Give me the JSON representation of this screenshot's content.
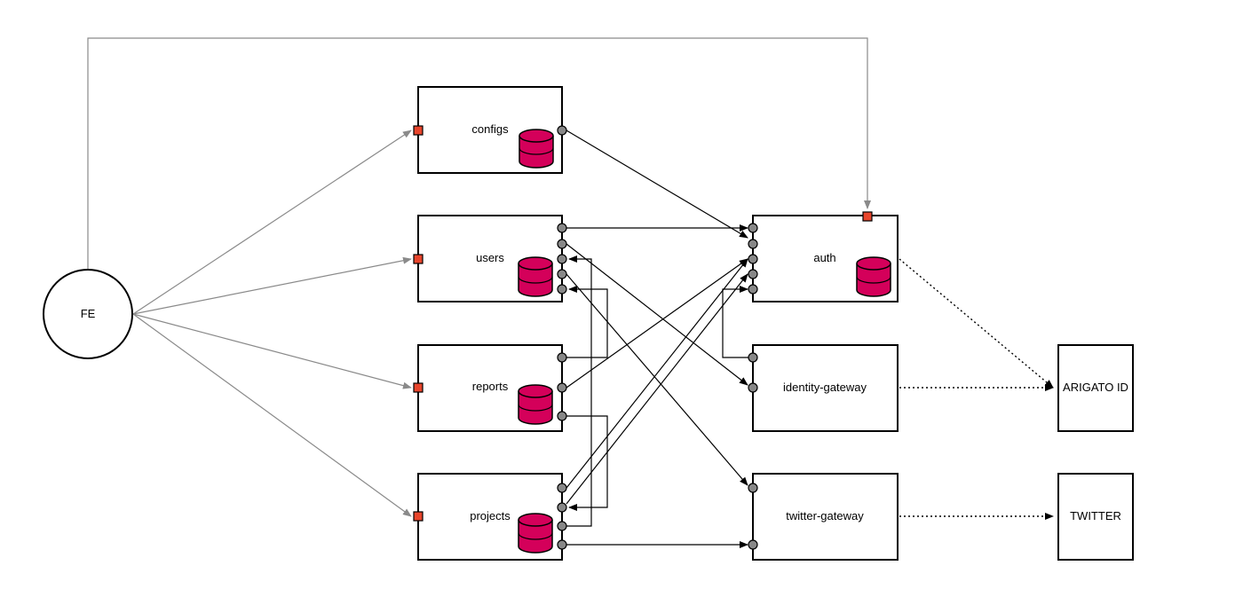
{
  "colors": {
    "db": "#d4005a",
    "port_in": "#e8452c",
    "port_out": "#888888",
    "line_dark": "#000000",
    "line_gray": "#8a8a8a"
  },
  "nodes": {
    "fe": {
      "label": "FE"
    },
    "configs": {
      "label": "configs",
      "database": true
    },
    "users": {
      "label": "users",
      "database": true
    },
    "reports": {
      "label": "reports",
      "database": true
    },
    "projects": {
      "label": "projects",
      "database": true
    },
    "auth": {
      "label": "auth",
      "database": true
    },
    "identity_gateway": {
      "label": "identity-gateway",
      "database": false
    },
    "twitter_gateway": {
      "label": "twitter-gateway",
      "database": false
    },
    "arigato_id": {
      "label": "ARIGATO ID",
      "database": false
    },
    "twitter": {
      "label": "TWITTER",
      "database": false
    }
  },
  "connections": [
    {
      "from": "fe",
      "to": "configs",
      "style": "gray"
    },
    {
      "from": "fe",
      "to": "users",
      "style": "gray"
    },
    {
      "from": "fe",
      "to": "reports",
      "style": "gray"
    },
    {
      "from": "fe",
      "to": "projects",
      "style": "gray"
    },
    {
      "from": "fe",
      "to": "auth",
      "style": "gray"
    },
    {
      "from": "configs",
      "to": "auth",
      "style": "solid"
    },
    {
      "from": "users",
      "to": "auth",
      "style": "solid"
    },
    {
      "from": "users",
      "to": "identity_gateway",
      "style": "solid"
    },
    {
      "from": "users",
      "to": "twitter_gateway",
      "style": "solid"
    },
    {
      "from": "reports",
      "to": "users",
      "style": "solid"
    },
    {
      "from": "reports",
      "to": "auth",
      "style": "solid"
    },
    {
      "from": "reports",
      "to": "projects",
      "style": "solid"
    },
    {
      "from": "projects",
      "to": "users",
      "style": "solid"
    },
    {
      "from": "projects",
      "to": "auth",
      "style": "solid"
    },
    {
      "from": "projects",
      "to": "twitter_gateway",
      "style": "solid"
    },
    {
      "from": "identity_gateway",
      "to": "auth",
      "style": "solid"
    },
    {
      "from": "auth",
      "to": "arigato_id",
      "style": "dotted"
    },
    {
      "from": "identity_gateway",
      "to": "arigato_id",
      "style": "dotted"
    },
    {
      "from": "twitter_gateway",
      "to": "twitter",
      "style": "dotted"
    }
  ]
}
